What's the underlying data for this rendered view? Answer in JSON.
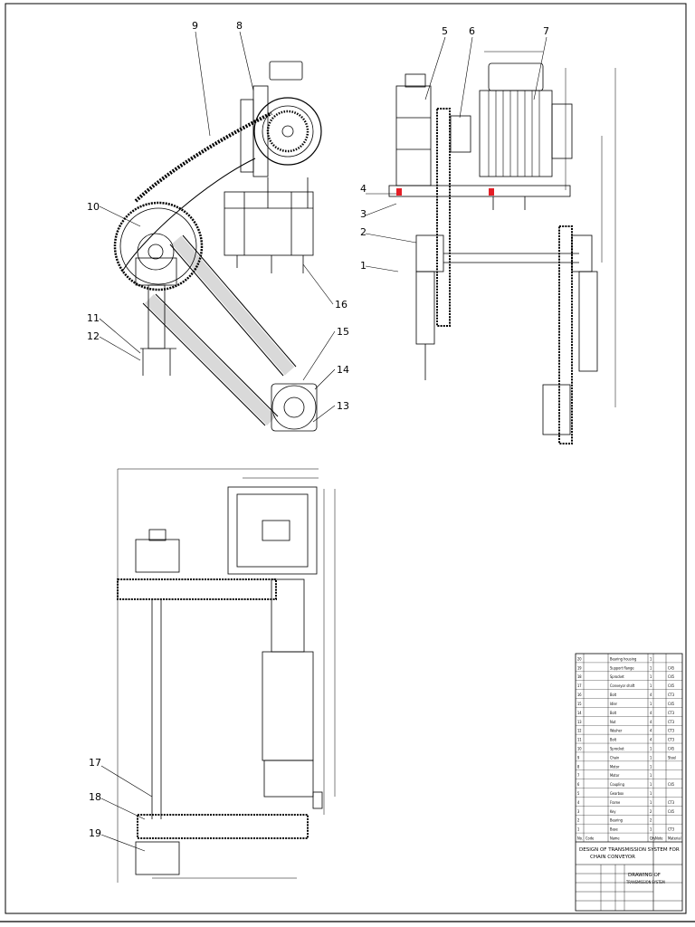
{
  "callouts": [
    "1",
    "2",
    "3",
    "4",
    "5",
    "6",
    "7",
    "8",
    "9",
    "10",
    "11",
    "12",
    "13",
    "14",
    "15",
    "16",
    "17",
    "18",
    "19"
  ],
  "title_block": {
    "title_line1": "DESIGN OF TRANSMISSION SYSTEM FOR",
    "title_line2": "CHAIN CONVEYOR",
    "drawing_name_line1": "DRAWING OF",
    "drawing_name_line2": "TRANSMISSION SYSTEM"
  },
  "parts_table_rows": [
    [
      "20",
      "",
      "Bearing housing",
      "1",
      "",
      ""
    ],
    [
      "19",
      "",
      "Support flange",
      "1",
      "",
      "C45"
    ],
    [
      "18",
      "",
      "Sprocket",
      "1",
      "",
      "C45"
    ],
    [
      "17",
      "",
      "Conveyor shaft",
      "1",
      "",
      "C45"
    ],
    [
      "16",
      "",
      "Bolt",
      "4",
      "",
      "CT3"
    ],
    [
      "15",
      "",
      "Idler",
      "1",
      "",
      "C45"
    ],
    [
      "14",
      "",
      "Bolt",
      "4",
      "",
      "CT3"
    ],
    [
      "13",
      "",
      "Nut",
      "4",
      "",
      "CT3"
    ],
    [
      "12",
      "",
      "Washer",
      "4",
      "",
      "CT3"
    ],
    [
      "11",
      "",
      "Bolt",
      "4",
      "",
      "CT3"
    ],
    [
      "10",
      "",
      "Sprocket",
      "1",
      "",
      "C45"
    ],
    [
      "9",
      "",
      "Chain",
      "1",
      "",
      "Steel"
    ],
    [
      "8",
      "",
      "Motor",
      "1",
      "",
      ""
    ],
    [
      "7",
      "",
      "Motor",
      "1",
      "",
      ""
    ],
    [
      "6",
      "",
      "Coupling",
      "1",
      "",
      "C45"
    ],
    [
      "5",
      "",
      "Gearbox",
      "1",
      "",
      ""
    ],
    [
      "4",
      "",
      "Frame",
      "1",
      "",
      "CT3"
    ],
    [
      "3",
      "",
      "Key",
      "2",
      "",
      "C45"
    ],
    [
      "2",
      "",
      "Bearing",
      "2",
      "",
      ""
    ],
    [
      "1",
      "",
      "Base",
      "1",
      "",
      "CT3"
    ]
  ],
  "parts_table_header": [
    "No.",
    "Code",
    "Name",
    "Qty",
    "Note",
    "Material"
  ]
}
